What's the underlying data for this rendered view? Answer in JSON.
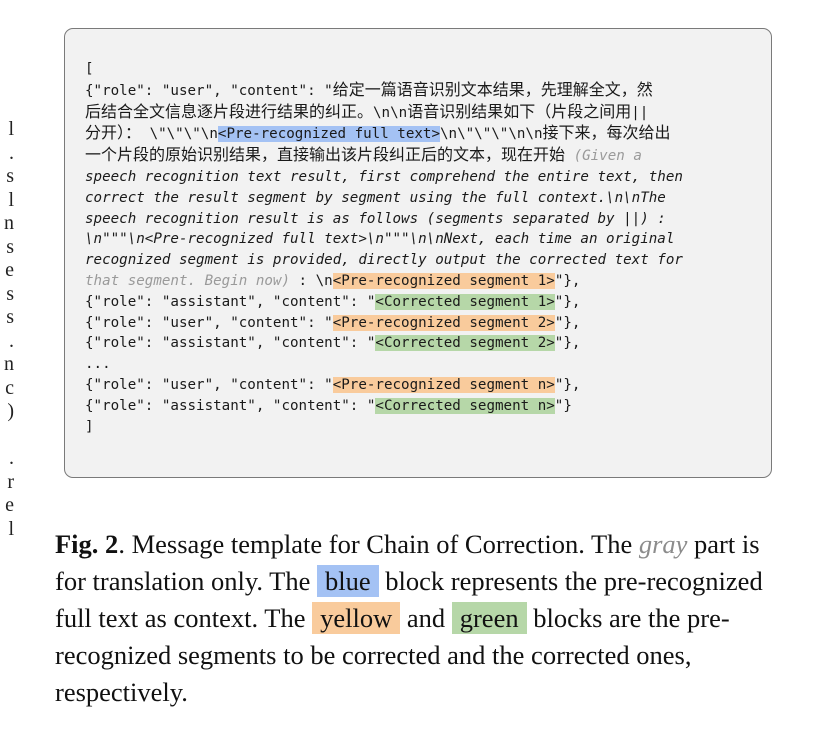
{
  "margin_fragments": [
    "l",
    ".",
    "s",
    "l",
    "n",
    "s",
    "e",
    "s",
    "s",
    ".",
    "n",
    "c",
    ")",
    "",
    ".",
    "r",
    "e",
    "l"
  ],
  "template": {
    "open": "[",
    "m1_pre": "{\"role\": \"user\", \"content\": \"",
    "m1_zh_a": "给定一篇语音识别文本结果，先理解全文，然",
    "m1_zh_b": "后结合全文信息逐片段进行结果的纠正。",
    "m1_esc_a": "\\n\\n",
    "m1_zh_c": "语音识别结果如下（片段之间用",
    "m1_sep": "||",
    "m1_zh_d": "分开）：",
    "m1_esc_b": "\\\"\\\"\\\"\\n",
    "m1_blue": "<Pre-recognized full text>",
    "m1_esc_c": "\\n\\\"\\\"\\\"\\n\\n",
    "m1_zh_e": "接下来，每次给出",
    "m1_zh_f": "一个片段的原始识别结果，直接输出该片段纠正后的文本，现在开始",
    "gray_1": "(Given a",
    "gray_2": "speech recognition text result, first comprehend the entire text, then",
    "gray_3": "correct the result segment by segment using the full context.\\n\\nThe",
    "gray_4": "speech recognition result is as follows (segments separated by ||) :",
    "gray_5": "\\n\"\"\"\\n<Pre-recognized full text>\\n\"\"\"\\n\\nNext, each time an original",
    "gray_6": "recognized segment is provided, directly output the corrected text for",
    "gray_7": "that segment. Begin now)",
    "m1_tail_pre": " : \\n",
    "m1_yellow": "<Pre-recognized segment 1>",
    "m1_tail_post": "\"},",
    "m2_pre": "{\"role\": \"assistant\", \"content\": \"",
    "m2_green": "<Corrected segment 1>",
    "m2_post": "\"},",
    "m3_pre": "{\"role\": \"user\", \"content\": \"",
    "m3_yellow": "<Pre-recognized segment 2>",
    "m3_post": "\"},",
    "m4_pre": "{\"role\": \"assistant\", \"content\": \"",
    "m4_green": "<Corrected segment 2>",
    "m4_post": "\"},",
    "ellipsis": "...",
    "m5_pre": "{\"role\": \"user\", \"content\": \"",
    "m5_yellow": "<Pre-recognized segment n>",
    "m5_post": "\"},",
    "m6_pre": "{\"role\": \"assistant\", \"content\": \"",
    "m6_green": "<Corrected segment n>",
    "m6_post": "\"}",
    "close": "]"
  },
  "caption": {
    "label": "Fig. 2",
    "t1": ". Message template for Chain of Correction. The ",
    "gray_word": "gray",
    "t2": " part is for translation only.  The ",
    "blue_word": "blue",
    "t3": " block represents the pre-recognized full text as context. The ",
    "yellow_word": "yellow",
    "t4": " and ",
    "green_word": "green",
    "t5": " blocks are the pre-recognized segments to be corrected and the corrected ones, respectively."
  },
  "colors": {
    "blue": "#a4c2f4",
    "yellow": "#f9cb9c",
    "green": "#b6d7a8",
    "gray_text": "#9a9a9a",
    "box_bg": "#f2f2f2",
    "box_border": "#7a7a7a"
  }
}
